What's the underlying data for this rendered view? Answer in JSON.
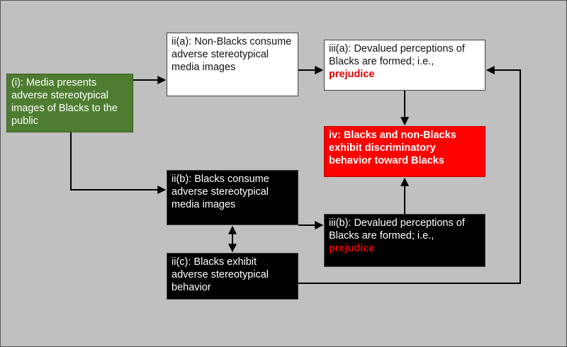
{
  "diagram": {
    "nodes": {
      "i": {
        "text": "(i):  Media presents adverse stereotypical images of Blacks to the public"
      },
      "iia": {
        "text": "ii(a): Non-Blacks consume adverse stereotypical media images"
      },
      "iiia": {
        "text": "iii(a):  Devalued perceptions of Blacks are formed; i.e., ",
        "highlight": "prejudice"
      },
      "iv": {
        "text": "iv: Blacks and non-Blacks exhibit discriminatory behavior toward Blacks"
      },
      "iib": {
        "text": "ii(b):  Blacks consume adverse stereotypical media images"
      },
      "iiib": {
        "text": "iii(b):  Devalued perceptions of Blacks are formed; i.e., ",
        "highlight": "prejudice"
      },
      "iic": {
        "text": "ii(c):  Blacks  exhibit adverse stereotypical behavior"
      }
    },
    "edges": [
      {
        "from": "i",
        "to": "iia"
      },
      {
        "from": "i",
        "to": "iib"
      },
      {
        "from": "iia",
        "to": "iiia"
      },
      {
        "from": "iiia",
        "to": "iv"
      },
      {
        "from": "iib",
        "to": "iiib"
      },
      {
        "from": "iiib",
        "to": "iv"
      },
      {
        "from": "iib",
        "to": "iic",
        "bidirectional": true
      },
      {
        "from": "iic",
        "to": "iiia"
      }
    ],
    "colors": {
      "media": "#4e7d31",
      "outcome": "#ff0000",
      "black_nodes": "#000000",
      "white_nodes": "#ffffff",
      "highlight_text": "#e00000",
      "background": "#c0c0c0"
    }
  }
}
